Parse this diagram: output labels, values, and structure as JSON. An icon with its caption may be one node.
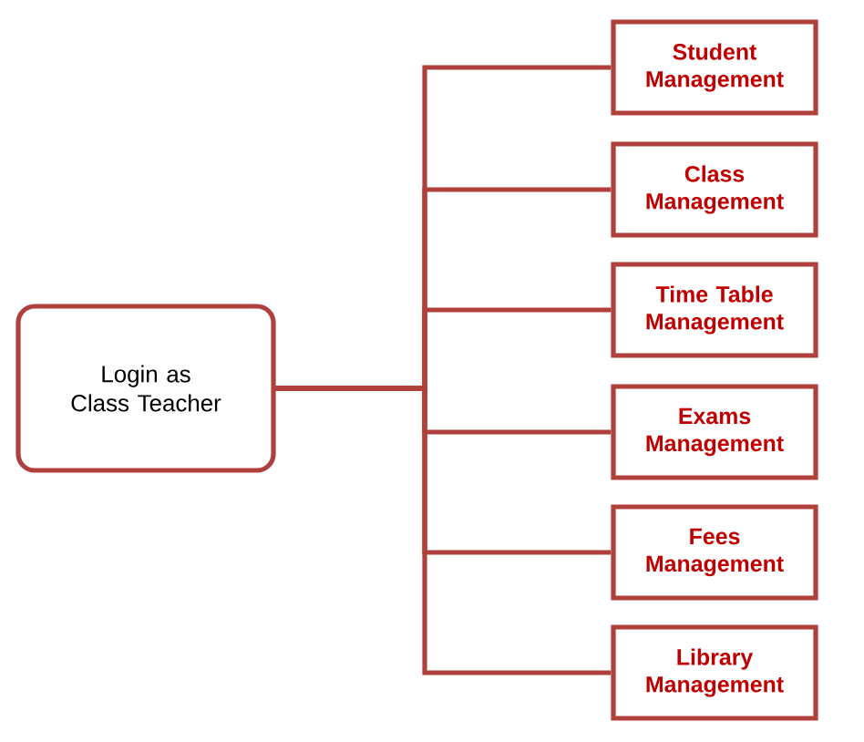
{
  "diagram": {
    "nodes": [
      {
        "text": [
          "Login as Class Teacher"
        ]
      },
      {
        "text": [
          "Student Management"
        ]
      },
      {
        "text": [
          "Class Management"
        ]
      },
      {
        "text": [
          "Time Table Management"
        ]
      },
      {
        "text": [
          "Exams Management"
        ]
      },
      {
        "text": [
          "Fees Management"
        ]
      },
      {
        "text": [
          "Library Management"
        ]
      }
    ],
    "edges": [
      {
        "from": 0,
        "to": 1,
        "arrow": "none"
      },
      {
        "from": 0,
        "to": 2,
        "arrow": "none"
      },
      {
        "from": 0,
        "to": 3,
        "arrow": "none"
      },
      {
        "from": 0,
        "to": 4,
        "arrow": "none"
      },
      {
        "from": 0,
        "to": 5,
        "arrow": "none"
      },
      {
        "from": 0,
        "to": 6,
        "arrow": "none"
      }
    ]
  }
}
